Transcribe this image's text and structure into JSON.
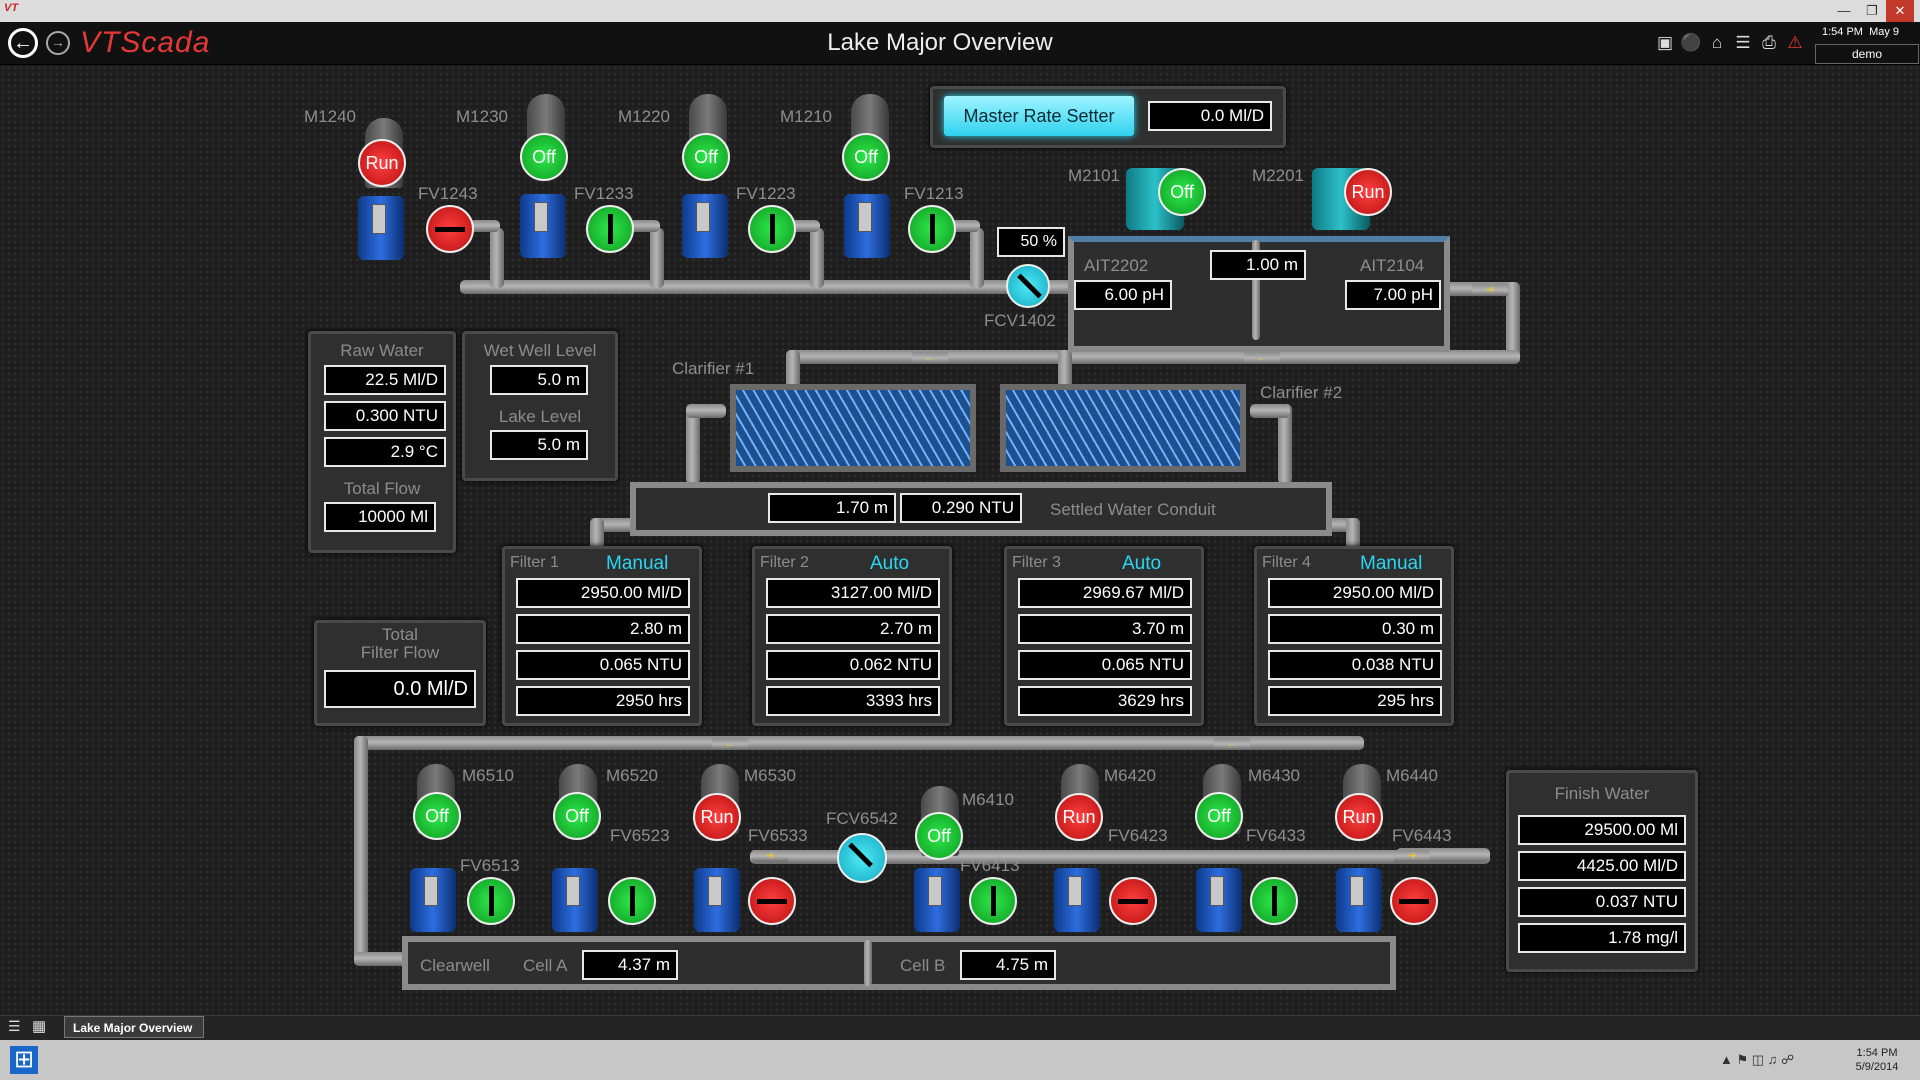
{
  "window": {
    "app_mark": "VT",
    "minimize": "—",
    "restore": "❐",
    "close": "✕"
  },
  "app": {
    "logo": "VTScada",
    "page_title": "Lake Major Overview",
    "time": "1:54 PM",
    "date": "May 9",
    "user": "demo"
  },
  "toolbar_icons": [
    "image-icon",
    "tag-icon",
    "alarm-home-icon",
    "report-icon",
    "print-icon",
    "alarm-bell-icon"
  ],
  "master_rate": {
    "button": "Master Rate Setter",
    "value": "0.0 Ml/D"
  },
  "raw_pumps": [
    {
      "tag": "M1240",
      "state": "Run",
      "valve": "FV1243",
      "valve_state": "closed"
    },
    {
      "tag": "M1230",
      "state": "Off",
      "valve": "FV1233",
      "valve_state": "open"
    },
    {
      "tag": "M1220",
      "state": "Off",
      "valve": "FV1223",
      "valve_state": "open"
    },
    {
      "tag": "M1210",
      "state": "Off",
      "valve": "FV1213",
      "valve_state": "open"
    }
  ],
  "fcv1402": {
    "tag": "FCV1402",
    "percent": "50 %"
  },
  "mixers": [
    {
      "tag": "M2101",
      "state": "Off"
    },
    {
      "tag": "M2201",
      "state": "Run"
    }
  ],
  "flash": {
    "level": "1.00 m",
    "ait2202": {
      "tag": "AIT2202",
      "value": "6.00 pH"
    },
    "ait2104": {
      "tag": "AIT2104",
      "value": "7.00 pH"
    }
  },
  "raw_water": {
    "title": "Raw Water",
    "flow": "22.5 Ml/D",
    "turbidity": "0.300 NTU",
    "temp": "2.9 °C",
    "total_label": "Total Flow",
    "total": "10000 Ml"
  },
  "wet_well": {
    "title": "Wet Well Level",
    "value": "5.0 m",
    "lake_label": "Lake Level",
    "lake": "5.0 m"
  },
  "clarifiers": [
    {
      "label": "Clarifier #1"
    },
    {
      "label": "Clarifier #2"
    }
  ],
  "settled": {
    "level": "1.70 m",
    "turbidity": "0.290 NTU",
    "label": "Settled Water Conduit"
  },
  "filters": [
    {
      "name": "Filter 1",
      "mode": "Manual",
      "flow": "2950.00 Ml/D",
      "level": "2.80 m",
      "ntu": "0.065 NTU",
      "hours": "2950 hrs"
    },
    {
      "name": "Filter 2",
      "mode": "Auto",
      "flow": "3127.00 Ml/D",
      "level": "2.70 m",
      "ntu": "0.062 NTU",
      "hours": "3393 hrs"
    },
    {
      "name": "Filter 3",
      "mode": "Auto",
      "flow": "2969.67 Ml/D",
      "level": "3.70 m",
      "ntu": "0.065 NTU",
      "hours": "3629 hrs"
    },
    {
      "name": "Filter 4",
      "mode": "Manual",
      "flow": "2950.00 Ml/D",
      "level": "0.30 m",
      "ntu": "0.038 NTU",
      "hours": "295 hrs"
    }
  ],
  "total_filter": {
    "title1": "Total",
    "title2": "Filter Flow",
    "value": "0.0 Ml/D"
  },
  "high_lift": [
    {
      "tag": "M6510",
      "state": "Off",
      "valve": "FV6513",
      "valve_state": "open"
    },
    {
      "tag": "M6520",
      "state": "Off",
      "valve": "FV6523",
      "valve_state": "open"
    },
    {
      "tag": "M6530",
      "state": "Run",
      "valve": "FV6533",
      "valve_state": "closed"
    },
    {
      "tag": "M6410",
      "state": "Off",
      "valve": "FV6413",
      "valve_state": "open"
    },
    {
      "tag": "M6420",
      "state": "Run",
      "valve": "FV6423",
      "valve_state": "closed"
    },
    {
      "tag": "M6430",
      "state": "Off",
      "valve": "FV6433",
      "valve_state": "open"
    },
    {
      "tag": "M6440",
      "state": "Run",
      "valve": "FV6443",
      "valve_state": "closed"
    }
  ],
  "fcv6542": {
    "tag": "FCV6542"
  },
  "clearwell": {
    "label": "Clearwell",
    "cell_a_label": "Cell A",
    "cell_a": "4.37 m",
    "cell_b_label": "Cell B",
    "cell_b": "4.75 m"
  },
  "finish_water": {
    "title": "Finish Water",
    "total": "29500.00 Ml",
    "flow": "4425.00 Ml/D",
    "ntu": "0.037 NTU",
    "chlorine": "1.78 mg/l"
  },
  "taskbar": {
    "tab": "Lake Major Overview"
  },
  "tray": {
    "time": "1:54 PM",
    "date": "5/9/2014"
  }
}
